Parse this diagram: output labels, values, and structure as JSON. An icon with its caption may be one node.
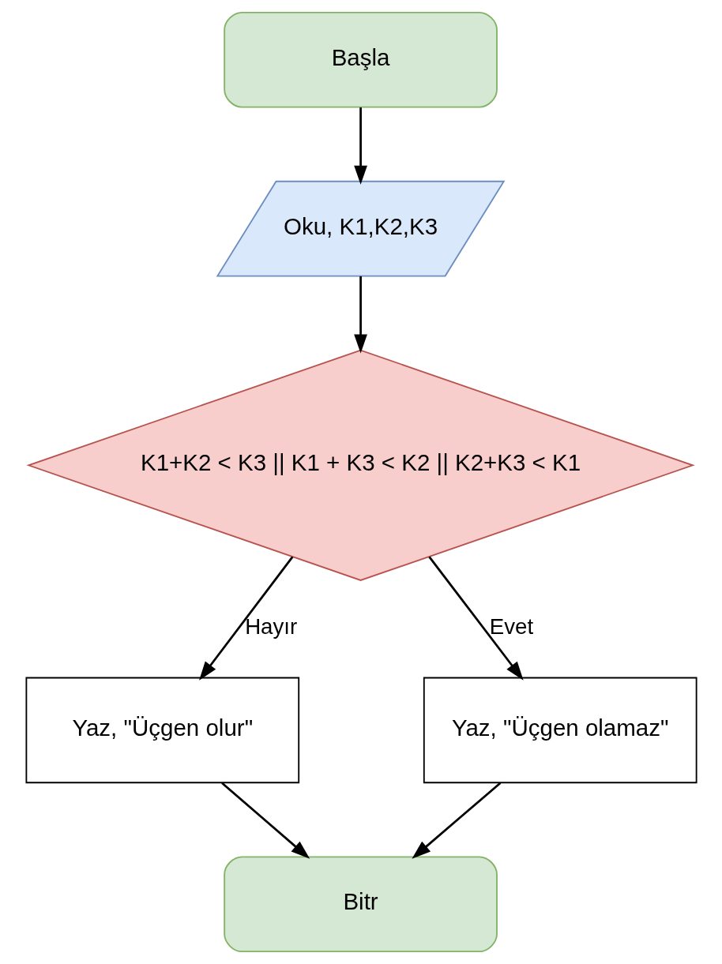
{
  "diagram": {
    "nodes": [
      {
        "text": [
          "Başla"
        ]
      },
      {
        "text": [
          "Oku, K1,K2,K3"
        ]
      },
      {
        "text": [
          "K1+K2 < K3 || K1 + K3 < K2 || K2+K3 < K1"
        ]
      },
      {
        "text": [
          "Yaz, \"Üçgen olur\""
        ]
      },
      {
        "text": [
          "Yaz, \"Üçgen olamaz\""
        ]
      },
      {
        "text": [
          "Bitr"
        ]
      }
    ],
    "edges": [
      {
        "from": 0,
        "to": 1,
        "arrow": "to"
      },
      {
        "from": 1,
        "to": 2,
        "arrow": "to"
      },
      {
        "from": 2,
        "to": 4,
        "arrow": "to",
        "label": "Evet"
      },
      {
        "from": 2,
        "to": 3,
        "arrow": "to",
        "label": "Hayır"
      },
      {
        "from": 3,
        "to": 5,
        "arrow": "to"
      },
      {
        "from": 4,
        "to": 5,
        "arrow": "to"
      }
    ]
  }
}
